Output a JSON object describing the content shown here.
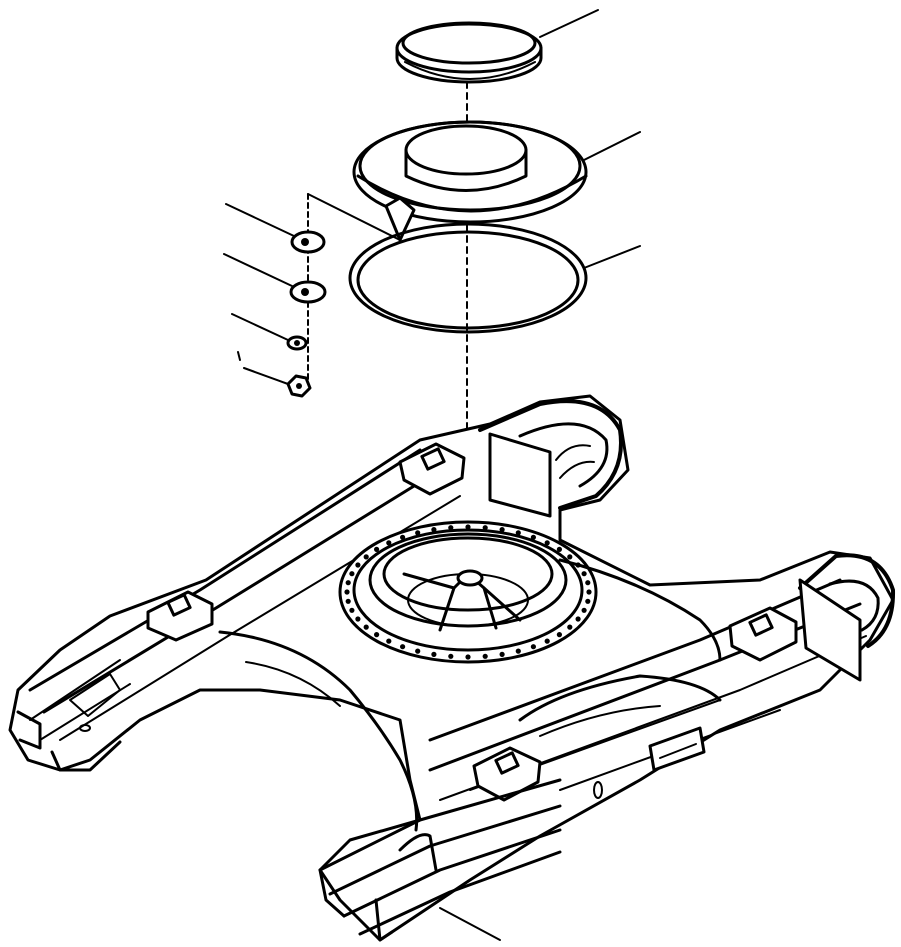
{
  "diagram": {
    "type": "exploded-parts-view",
    "background_color": "#ffffff",
    "line_color": "#000000",
    "parts": [
      {
        "id": "cover-plate"
      },
      {
        "id": "swing-circle-cover"
      },
      {
        "id": "o-ring-seal"
      },
      {
        "id": "bracket-plate"
      },
      {
        "id": "bracket-washer"
      },
      {
        "id": "lock-washer"
      },
      {
        "id": "hex-nut"
      },
      {
        "id": "track-frame"
      }
    ],
    "leader_count": 8
  }
}
